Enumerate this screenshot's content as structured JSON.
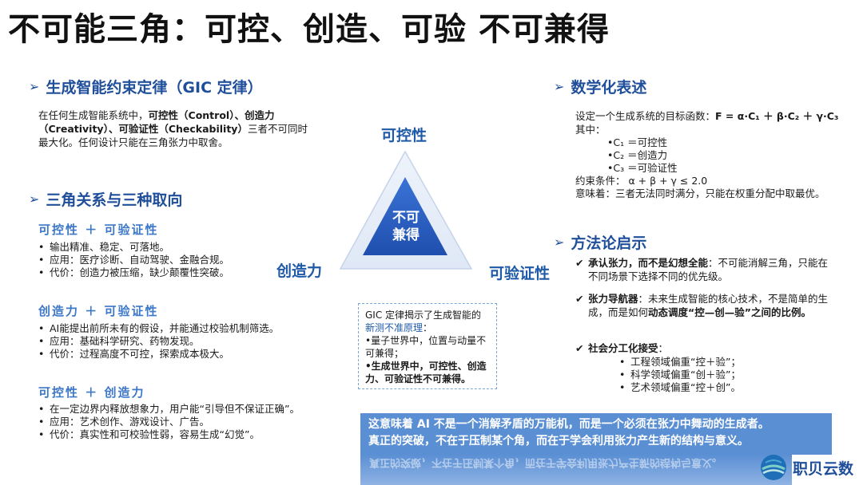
{
  "title": "不可能三角：可控、创造、可验 不可兼得",
  "left": {
    "gic_heading": "生成智能约束定律（GIC 定律）",
    "gic_intro_1": "在任何生成智能系统中，",
    "gic_intro_bold1": "可控性（Control）、创造力（Creativity）、可验证性（Checkability）",
    "gic_intro_2": "三者不可同时最大化。任何设计只能在三角张力中取舍。",
    "relation_heading": "三角关系与三种取向",
    "groups": [
      {
        "title": "可控性 ＋ 可验证性",
        "items": [
          "输出精准、稳定、可落地。",
          "应用：医疗诊断、自动驾驶、金融合规。",
          "代价：创造力被压缩，缺少颠覆性突破。"
        ]
      },
      {
        "title": "创造力 ＋ 可验证性",
        "items": [
          "AI能提出前所未有的假设，并能通过校验机制筛选。",
          "应用：基础科学研究、药物发现。",
          "代价：过程高度不可控，探索成本极大。"
        ]
      },
      {
        "title": "可控性 ＋ 创造力",
        "items": [
          "在一定边界内释放想象力，用户能“引导但不保证正确”。",
          "应用：艺术创作、游戏设计、广告。",
          "代价：真实性和可校验性弱，容易生成“幻觉”。"
        ]
      }
    ]
  },
  "triangle": {
    "top": "可控性",
    "left": "创造力",
    "right": "可验证性",
    "center": "不可兼得"
  },
  "gic_box": {
    "line1": "GIC 定律揭示了生成智能的",
    "line1_em": "新测不准原理",
    "line1_end": "：",
    "item1": "•量子世界中，位置与动量不可兼得；",
    "item2": "•生成世界中，可控性、创造力、可验证性不可兼得。"
  },
  "right": {
    "math_heading": "数学化表述",
    "math_line1": "设定一个生成系统的目标函数：",
    "math_formula": "F = α·C₁ ＋ β·C₂ ＋ γ·C₃",
    "math_where": "其中：",
    "defs": [
      "•C₁ ＝可控性",
      "•C₂ ＝创造力",
      "•C₃ ＝可验证性"
    ],
    "constraint": "约束条件： α + β + γ ≤ 2.0",
    "meaning": "意味着：三者无法同时满分，只能在权重分配中取最优。",
    "method_heading": "方法论启示",
    "m1_bold": "承认张力，而不是幻想全能",
    "m1_rest": "：不可能消解三角，只能在不同场景下选择不同的优先级。",
    "m2_bold": "张力导航器",
    "m2_rest": "：未来生成智能的核心技术，不是简单的生成，而是如何",
    "m2_bold2": "动态调度“控—创—验”之间的比例。",
    "m3_bold": "社会分工化接受",
    "m3_rest": "：",
    "m3_items": [
      "工程领域偏重“控＋验”；",
      "科学领域偏重“创＋验”；",
      "艺术领域偏重“控＋创”。"
    ]
  },
  "banner": {
    "line1": "这意味着 AI 不是一个消解矛盾的万能机，而是一个必须在张力中舞动的生成者。",
    "line2": "真正的突破，不在于压制某个角，而在于学会利用张力产生新的结构与意义。",
    "mirror": "真正的突破，不在于压制某个角，而在于学会利用张力产生新的结构与意义。"
  },
  "logo": {
    "text": "职贝云数"
  },
  "colors": {
    "accent": "#1f4e9a",
    "light_accent": "#3d78c8",
    "banner": "#5b8fd4"
  }
}
